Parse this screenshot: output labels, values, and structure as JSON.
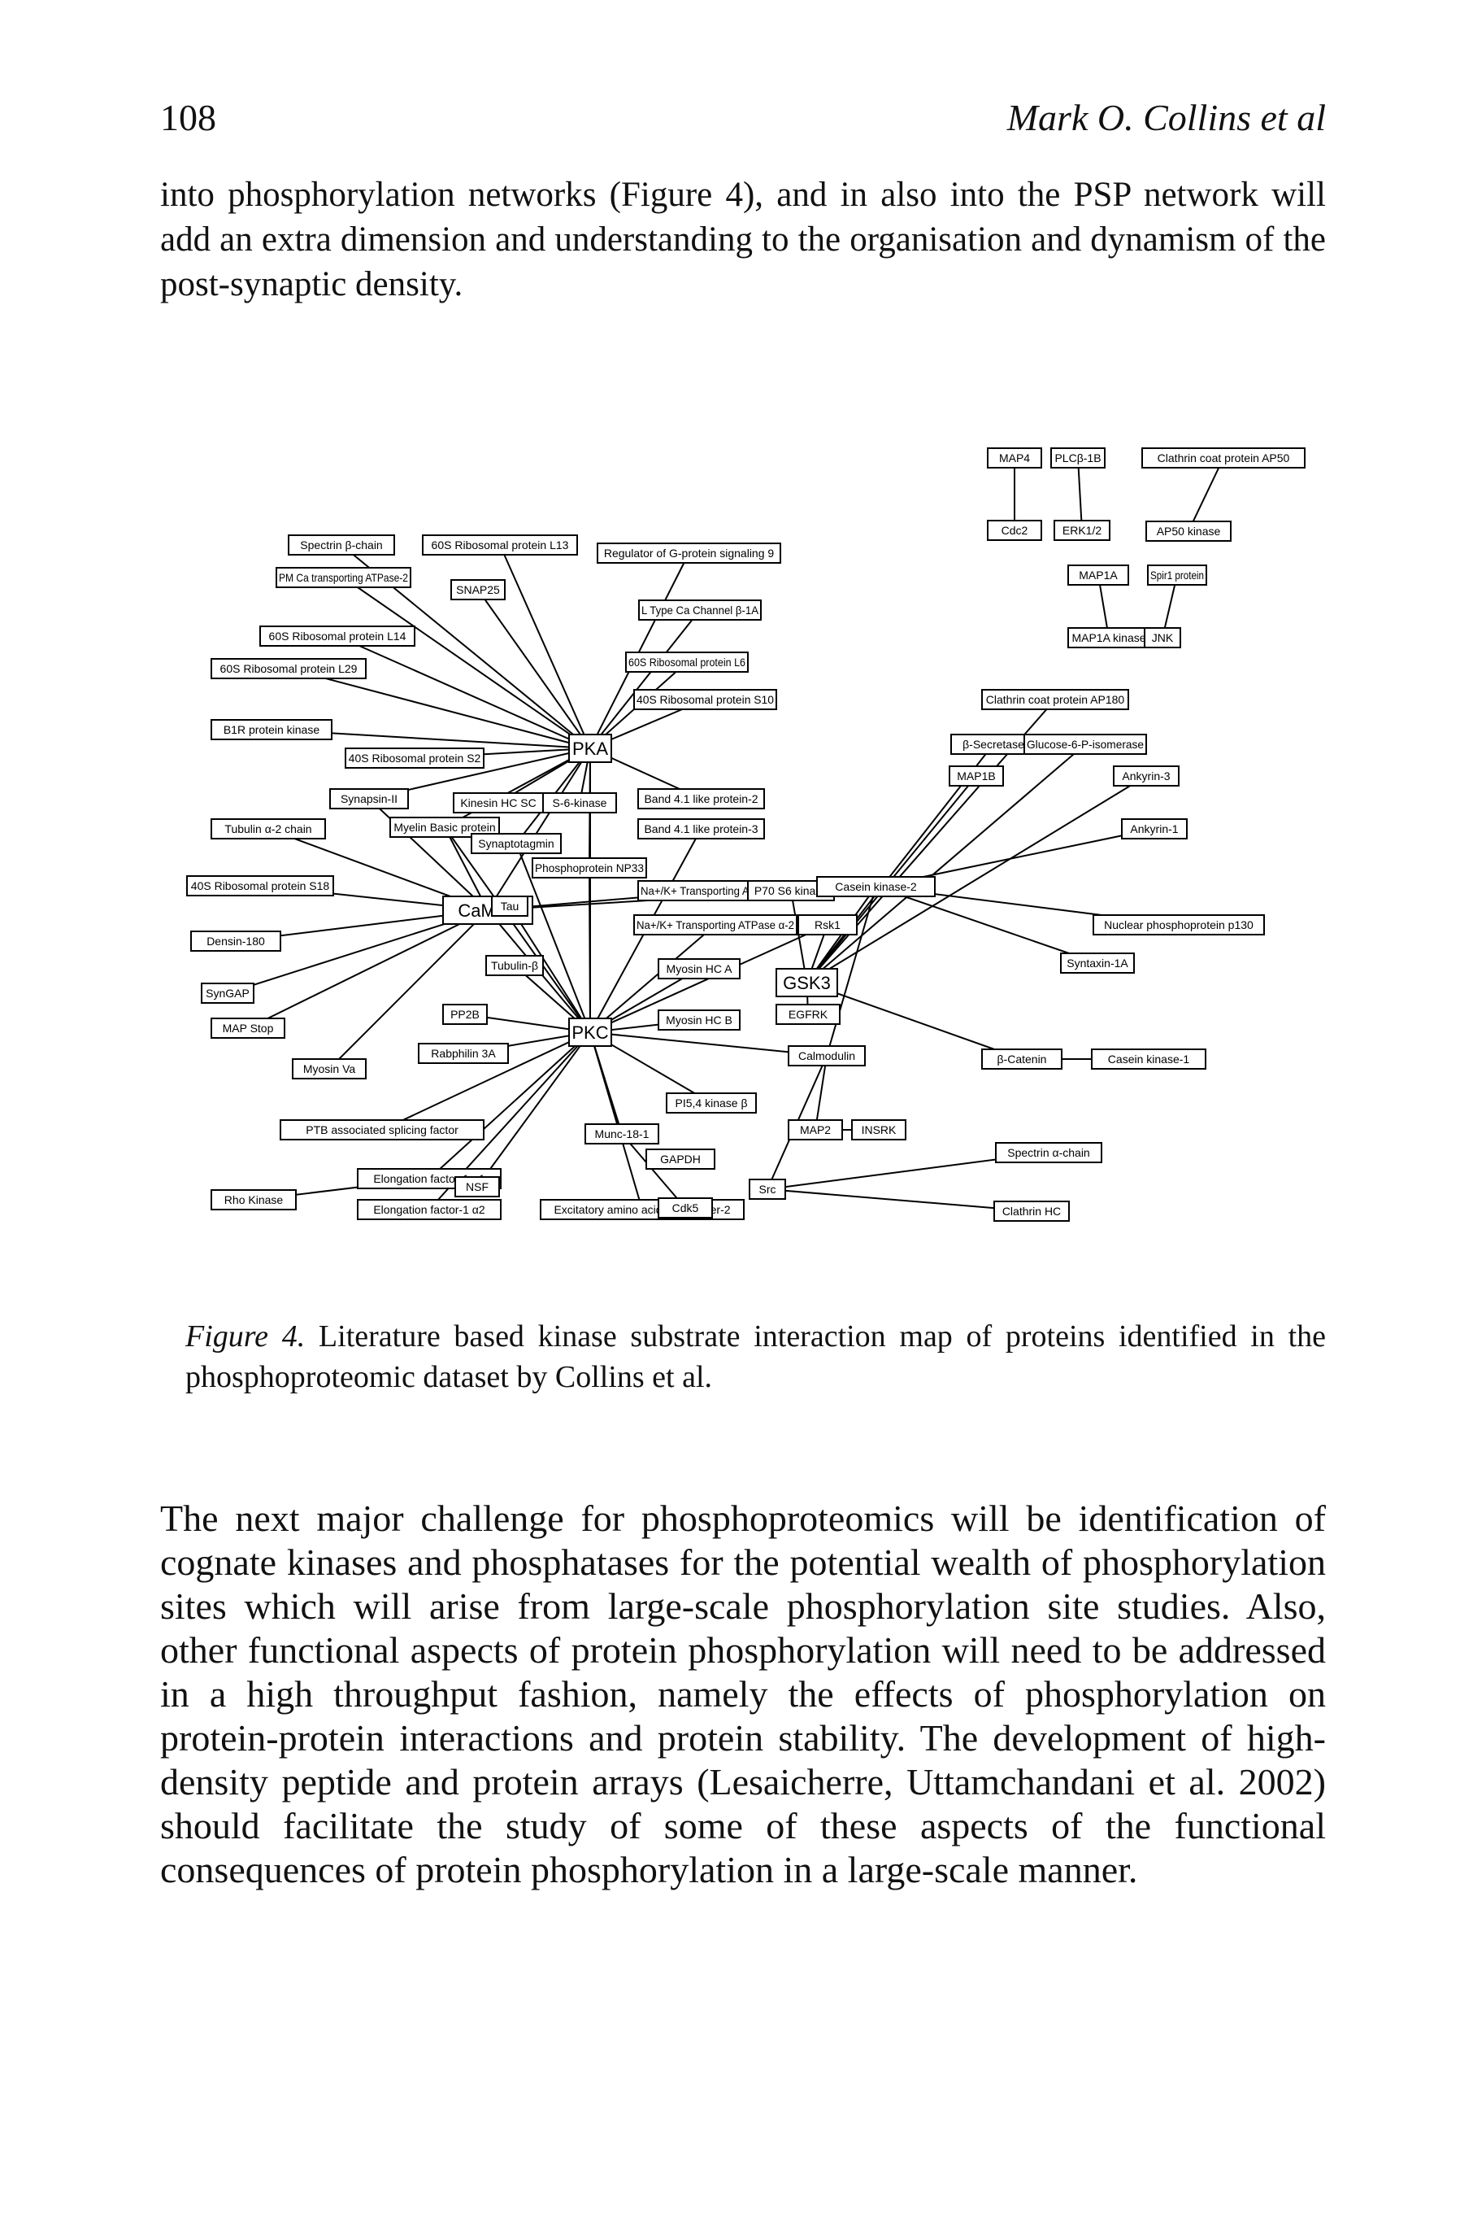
{
  "header": {
    "page_number": "108",
    "running_head": "Mark O. Collins et al"
  },
  "paragraph_1": "into phosphorylation networks (Figure 4), and in also into the PSP network will add an extra dimension and understanding to the organisation and dynamism of the post-synaptic density.",
  "figure": {
    "nodes": [
      {
        "id": "MAP4",
        "label": "MAP4",
        "hub": false
      },
      {
        "id": "PLCB1B",
        "label": "PLCβ-1B",
        "hub": false
      },
      {
        "id": "ClathrinAP50",
        "label": "Clathrin coat protein AP50",
        "hub": false
      },
      {
        "id": "Cdc2",
        "label": "Cdc2",
        "hub": false
      },
      {
        "id": "ERK12",
        "label": "ERK1/2",
        "hub": false
      },
      {
        "id": "AP50K",
        "label": "AP50 kinase",
        "hub": false
      },
      {
        "id": "MAP1A",
        "label": "MAP1A",
        "hub": false
      },
      {
        "id": "Spir1",
        "label": "Spir1 protein",
        "hub": false
      },
      {
        "id": "MAP1AK",
        "label": "MAP1A kinase",
        "hub": false
      },
      {
        "id": "JNK",
        "label": "JNK",
        "hub": false
      },
      {
        "id": "SpectrinB",
        "label": "Spectrin β-chain",
        "hub": false
      },
      {
        "id": "R60SL13",
        "label": "60S Ribosomal protein L13",
        "hub": false
      },
      {
        "id": "RGS9",
        "label": "Regulator of G-protein signaling 9",
        "hub": false
      },
      {
        "id": "PMCa",
        "label": "PM Ca transporting ATPase-2",
        "hub": false
      },
      {
        "id": "SNAP25",
        "label": "SNAP25",
        "hub": false
      },
      {
        "id": "LTypeCa",
        "label": "L Type Ca Channel β-1A",
        "hub": false
      },
      {
        "id": "R60SL14",
        "label": "60S Ribosomal protein L14",
        "hub": false
      },
      {
        "id": "R60SL6",
        "label": "60S Ribosomal protein L6",
        "hub": false
      },
      {
        "id": "R60SL29",
        "label": "60S Ribosomal protein L29",
        "hub": false
      },
      {
        "id": "R40SS10",
        "label": "40S Ribosomal protein S10",
        "hub": false
      },
      {
        "id": "ClathrinAP180",
        "label": "Clathrin coat protein AP180",
        "hub": false
      },
      {
        "id": "B1R",
        "label": "B1R protein kinase",
        "hub": false
      },
      {
        "id": "PKA",
        "label": "PKA",
        "hub": true
      },
      {
        "id": "BSecretase",
        "label": "β-Secretase",
        "hub": false
      },
      {
        "id": "G6PI",
        "label": "Glucose-6-P-isomerase",
        "hub": false
      },
      {
        "id": "R40SS2",
        "label": "40S Ribosomal protein S2",
        "hub": false
      },
      {
        "id": "MAP1B",
        "label": "MAP1B",
        "hub": false
      },
      {
        "id": "Ankyrin3",
        "label": "Ankyrin-3",
        "hub": false
      },
      {
        "id": "Synapsin2",
        "label": "Synapsin-II",
        "hub": false
      },
      {
        "id": "KinesinHC",
        "label": "Kinesin HC SC",
        "hub": false
      },
      {
        "id": "S6K",
        "label": "S-6-kinase",
        "hub": false
      },
      {
        "id": "Band41L2",
        "label": "Band 4.1 like protein-2",
        "hub": false
      },
      {
        "id": "TubulinA2",
        "label": "Tubulin α-2 chain",
        "hub": false
      },
      {
        "id": "MBP",
        "label": "Myelin Basic protein",
        "hub": false
      },
      {
        "id": "Band41L3",
        "label": "Band 4.1 like protein-3",
        "hub": false
      },
      {
        "id": "Ankyrin1",
        "label": "Ankyrin-1",
        "hub": false
      },
      {
        "id": "Synaptotagmin",
        "label": "Synaptotagmin",
        "hub": false
      },
      {
        "id": "NP33",
        "label": "Phosphoprotein NP33",
        "hub": false
      },
      {
        "id": "R40SS18",
        "label": "40S Ribosomal protein S18",
        "hub": false
      },
      {
        "id": "NaKA3",
        "label": "Na+/K+ Transporting ATPase α-3",
        "hub": false
      },
      {
        "id": "P70S6",
        "label": "P70 S6 kinase",
        "hub": false
      },
      {
        "id": "CK2",
        "label": "Casein kinase-2",
        "hub": false
      },
      {
        "id": "CaMKII",
        "label": "CaMKII",
        "hub": true
      },
      {
        "id": "Tau",
        "label": "Tau",
        "hub": false
      },
      {
        "id": "NaKA2",
        "label": "Na+/K+ Transporting ATPase α-2",
        "hub": false
      },
      {
        "id": "Rsk1",
        "label": "Rsk1",
        "hub": false
      },
      {
        "id": "Densin",
        "label": "Densin-180",
        "hub": false
      },
      {
        "id": "NucP130",
        "label": "Nuclear phosphoprotein p130",
        "hub": false
      },
      {
        "id": "TubulinB",
        "label": "Tubulin-β",
        "hub": false
      },
      {
        "id": "MyosinHCA",
        "label": "Myosin HC A",
        "hub": false
      },
      {
        "id": "GSK3",
        "label": "GSK3",
        "hub": true
      },
      {
        "id": "SyntaxinA",
        "label": "Syntaxin-1A",
        "hub": false
      },
      {
        "id": "SynGAP",
        "label": "SynGAP",
        "hub": false
      },
      {
        "id": "PP2B",
        "label": "PP2B",
        "hub": false
      },
      {
        "id": "MyosinHCB",
        "label": "Myosin HC B",
        "hub": false
      },
      {
        "id": "EGFRK",
        "label": "EGFRK",
        "hub": false
      },
      {
        "id": "MAPStop",
        "label": "MAP Stop",
        "hub": false
      },
      {
        "id": "PKC",
        "label": "PKC",
        "hub": true
      },
      {
        "id": "Calmodulin",
        "label": "Calmodulin",
        "hub": false
      },
      {
        "id": "BCatenin",
        "label": "β-Catenin",
        "hub": false
      },
      {
        "id": "CK1",
        "label": "Casein kinase-1",
        "hub": false
      },
      {
        "id": "Rabphilin",
        "label": "Rabphilin 3A",
        "hub": false
      },
      {
        "id": "MyosinVa",
        "label": "Myosin Va",
        "hub": false
      },
      {
        "id": "PI54K",
        "label": "PI5,4 kinase β",
        "hub": false
      },
      {
        "id": "PTB",
        "label": "PTB associated splicing factor",
        "hub": false
      },
      {
        "id": "Munc18",
        "label": "Munc-18-1",
        "hub": false
      },
      {
        "id": "MAP2",
        "label": "MAP2",
        "hub": false
      },
      {
        "id": "INSRK",
        "label": "INSRK",
        "hub": false
      },
      {
        "id": "SpectrinA",
        "label": "Spectrin α-chain",
        "hub": false
      },
      {
        "id": "GAPDH",
        "label": "GAPDH",
        "hub": false
      },
      {
        "id": "EF1A1",
        "label": "Elongation factor-1 α1",
        "hub": false
      },
      {
        "id": "NSF",
        "label": "NSF",
        "hub": false
      },
      {
        "id": "Src",
        "label": "Src",
        "hub": false
      },
      {
        "id": "RhoK",
        "label": "Rho Kinase",
        "hub": false
      },
      {
        "id": "EF1A2",
        "label": "Elongation factor-1 α2",
        "hub": false
      },
      {
        "id": "EAAT2",
        "label": "Excitatory amino acid transporter-2",
        "hub": false
      },
      {
        "id": "Cdk5",
        "label": "Cdk5",
        "hub": false
      },
      {
        "id": "ClathrinHC",
        "label": "Clathrin HC",
        "hub": false
      }
    ],
    "edges": [
      [
        "MAP4",
        "Cdc2"
      ],
      [
        "PLCB1B",
        "ERK12"
      ],
      [
        "ClathrinAP50",
        "AP50K"
      ],
      [
        "MAP1A",
        "MAP1AK"
      ],
      [
        "Spir1",
        "JNK"
      ],
      [
        "PKA",
        "SpectrinB"
      ],
      [
        "PKA",
        "R60SL13"
      ],
      [
        "PKA",
        "RGS9"
      ],
      [
        "PKA",
        "PMCa"
      ],
      [
        "PKA",
        "SNAP25"
      ],
      [
        "PKA",
        "LTypeCa"
      ],
      [
        "PKA",
        "R60SL14"
      ],
      [
        "PKA",
        "R60SL6"
      ],
      [
        "PKA",
        "R60SL29"
      ],
      [
        "PKA",
        "R40SS10"
      ],
      [
        "PKA",
        "B1R"
      ],
      [
        "PKA",
        "R40SS2"
      ],
      [
        "PKA",
        "Synapsin2"
      ],
      [
        "PKA",
        "KinesinHC"
      ],
      [
        "PKA",
        "MBP"
      ],
      [
        "PKA",
        "Synaptotagmin"
      ],
      [
        "PKA",
        "CaMKII"
      ],
      [
        "PKA",
        "PKC"
      ],
      [
        "PKA",
        "S6K"
      ],
      [
        "PKA",
        "Band41L2"
      ],
      [
        "PKA",
        "NP33"
      ],
      [
        "CaMKII",
        "TubulinA2"
      ],
      [
        "CaMKII",
        "R40SS18"
      ],
      [
        "CaMKII",
        "Densin"
      ],
      [
        "CaMKII",
        "SynGAP"
      ],
      [
        "CaMKII",
        "MAPStop"
      ],
      [
        "CaMKII",
        "MyosinVa"
      ],
      [
        "CaMKII",
        "Synapsin2"
      ],
      [
        "CaMKII",
        "MBP"
      ],
      [
        "CaMKII",
        "Tau"
      ],
      [
        "CaMKII",
        "NaKA3"
      ],
      [
        "CaMKII",
        "PKC"
      ],
      [
        "CaMKII",
        "CK2"
      ],
      [
        "PKC",
        "TubulinB"
      ],
      [
        "PKC",
        "PP2B"
      ],
      [
        "PKC",
        "Rabphilin"
      ],
      [
        "PKC",
        "PTB"
      ],
      [
        "PKC",
        "EF1A1"
      ],
      [
        "PKC",
        "EF1A2"
      ],
      [
        "PKC",
        "NSF"
      ],
      [
        "PKC",
        "EAAT2"
      ],
      [
        "PKC",
        "Munc18"
      ],
      [
        "PKC",
        "MyosinHCA"
      ],
      [
        "PKC",
        "MyosinHCB"
      ],
      [
        "PKC",
        "NaKA2"
      ],
      [
        "PKC",
        "Band41L3"
      ],
      [
        "PKC",
        "Synaptotagmin"
      ],
      [
        "PKC",
        "Tau"
      ],
      [
        "PKC",
        "MBP"
      ],
      [
        "PKC",
        "NP33"
      ],
      [
        "PKC",
        "Rsk1"
      ],
      [
        "PKC",
        "PI54K"
      ],
      [
        "PKC",
        "Calmodulin"
      ],
      [
        "GSK3",
        "ClathrinAP180"
      ],
      [
        "GSK3",
        "BSecretase"
      ],
      [
        "GSK3",
        "MAP1B"
      ],
      [
        "GSK3",
        "G6PI"
      ],
      [
        "GSK3",
        "Ankyrin3"
      ],
      [
        "GSK3",
        "BCatenin"
      ],
      [
        "GSK3",
        "P70S6"
      ],
      [
        "GSK3",
        "EGFRK"
      ],
      [
        "GSK3",
        "CK2"
      ],
      [
        "GSK3",
        "Rsk1"
      ],
      [
        "CK2",
        "Ankyrin1"
      ],
      [
        "CK2",
        "NucP130"
      ],
      [
        "CK2",
        "SyntaxinA"
      ],
      [
        "CK2",
        "NaKA3"
      ],
      [
        "CK2",
        "Calmodulin"
      ],
      [
        "CK1",
        "BCatenin"
      ],
      [
        "MAP2",
        "INSRK"
      ],
      [
        "Calmodulin",
        "Src"
      ],
      [
        "Src",
        "SpectrinA"
      ],
      [
        "Src",
        "ClathrinHC"
      ],
      [
        "RhoK",
        "EF1A1"
      ],
      [
        "Cdk5",
        "Munc18"
      ],
      [
        "Calmodulin",
        "MAP2"
      ]
    ]
  },
  "caption": {
    "label": "Figure 4.",
    "text": "Literature based kinase substrate interaction map of proteins identified in the phosphoproteomic dataset by Collins et al."
  },
  "paragraph_2": "The next major challenge for phosphoproteomics will be identification of cognate kinases and phosphatases for the potential wealth of phosphorylation sites which will arise from large-scale phosphorylation site studies. Also, other functional aspects of protein phosphorylation will need to be addressed in a high throughput fashion, namely the effects of phosphorylation on protein-protein interactions and protein stability. The development of high-density peptide and protein arrays (Lesaicherre, Uttamchandani et al. 2002) should facilitate the study of some of these aspects of the functional consequences of protein phosphorylation in a large-scale manner."
}
